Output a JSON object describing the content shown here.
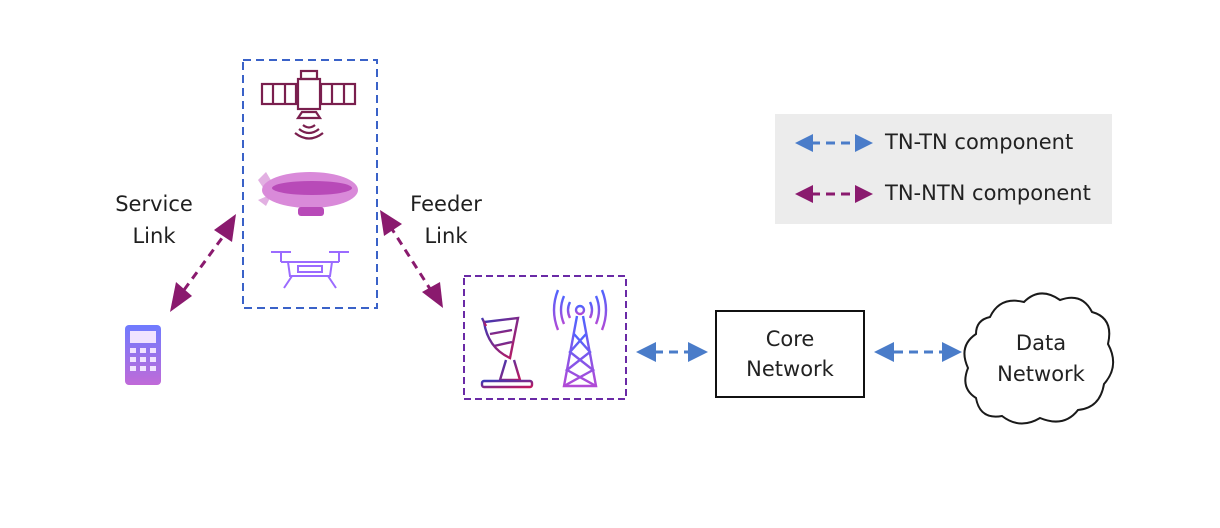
{
  "labels": {
    "service_link": [
      "Service",
      "Link"
    ],
    "feeder_link": [
      "Feeder",
      "Link"
    ],
    "core_network": [
      "Core",
      "Network"
    ],
    "data_network": [
      "Data",
      "Network"
    ]
  },
  "legend": {
    "items": [
      {
        "label": "TN-TN component",
        "color": "#4a7cc9"
      },
      {
        "label": "TN-NTN component",
        "color": "#8a1a6e"
      }
    ]
  },
  "colors": {
    "tn_tn": "#4a7cc9",
    "tn_ntn": "#8a1a6e",
    "ntn_box_border": "#3a62c8",
    "ground_box_border": "#6a2aa6",
    "satellite": "#7a1f4e",
    "airship": "#c05cc0",
    "drone": "#9b6bff"
  },
  "icons": [
    "satellite-icon",
    "airship-icon",
    "drone-icon",
    "phone-icon",
    "dish-antenna-icon",
    "cell-tower-icon",
    "cloud-icon"
  ]
}
